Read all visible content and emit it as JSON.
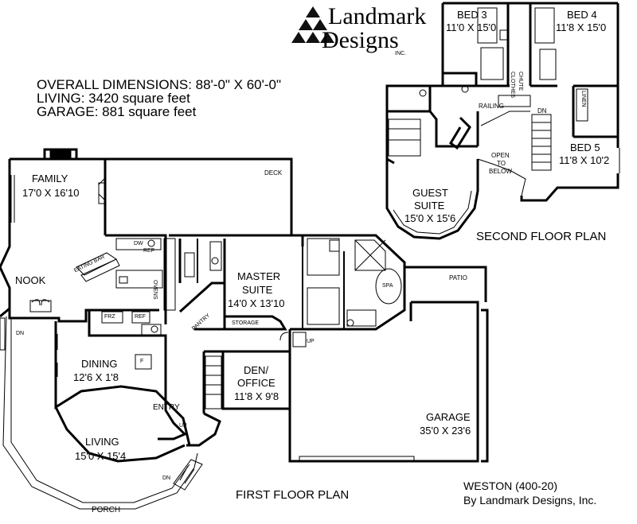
{
  "logo": {
    "line1": "Landmark",
    "line2": "Designs",
    "suffix": "INC."
  },
  "summary": {
    "dimensions": "OVERALL DIMENSIONS: 88'-0\" X 60'-0\"",
    "living": "LIVING: 3420 square feet",
    "garage": "GARAGE: 881 square feet"
  },
  "second_floor": {
    "title": "SECOND FLOOR PLAN",
    "rooms": {
      "bed3": {
        "name": "BED 3",
        "size": "11'0 X 15'0"
      },
      "bed4": {
        "name": "BED 4",
        "size": "11'8 X 15'0"
      },
      "bed5": {
        "name": "BED 5",
        "size": "11'8 X 10'2"
      },
      "guest": {
        "name": "GUEST",
        "name2": "SUITE",
        "size": "15'0 X 15'6"
      },
      "open": {
        "l1": "OPEN",
        "l2": "TO",
        "l3": "BELOW"
      },
      "clothes": {
        "l1": "CLOTHES",
        "l2": "CHUTE"
      }
    },
    "labels": {
      "railing": "RAILING",
      "dn": "DN",
      "linen": "LINEN"
    }
  },
  "first_floor": {
    "title": "FIRST FLOOR PLAN",
    "rooms": {
      "family": {
        "name": "FAMILY",
        "size": "17'0 X 16'10"
      },
      "deck": {
        "name": "DECK"
      },
      "nook": {
        "name": "NOOK"
      },
      "master": {
        "name": "MASTER",
        "name2": "SUITE",
        "size": "14'0 X 13'10"
      },
      "patio": {
        "name": "PATIO"
      },
      "dining": {
        "name": "DINING",
        "size": "12'6 X 1'8"
      },
      "den": {
        "name": "DEN/",
        "name2": "OFFICE",
        "size": "11'8 X 9'8"
      },
      "garage": {
        "name": "GARAGE",
        "size": "35'0 X 23'6"
      },
      "living": {
        "name": "LIVING",
        "size": "15'0 X 15'4"
      },
      "entry": {
        "name": "ENTRY"
      },
      "porch": {
        "name": "PORCH"
      }
    },
    "labels": {
      "eating_bar": "EATING BAR",
      "ovens": "OVENS",
      "pantry": "PANTRY",
      "storage": "STORAGE",
      "spa": "SPA",
      "frz": "FRZ",
      "ref": "REF",
      "f": "F",
      "up1": "UP",
      "up2": "UP",
      "dn_left": "DN",
      "dn_porch": "DN",
      "dw": "DW",
      "ref_small": "REF"
    }
  },
  "credits": {
    "plan_name": "WESTON (400-20)",
    "byline": "By Landmark Designs, Inc."
  }
}
